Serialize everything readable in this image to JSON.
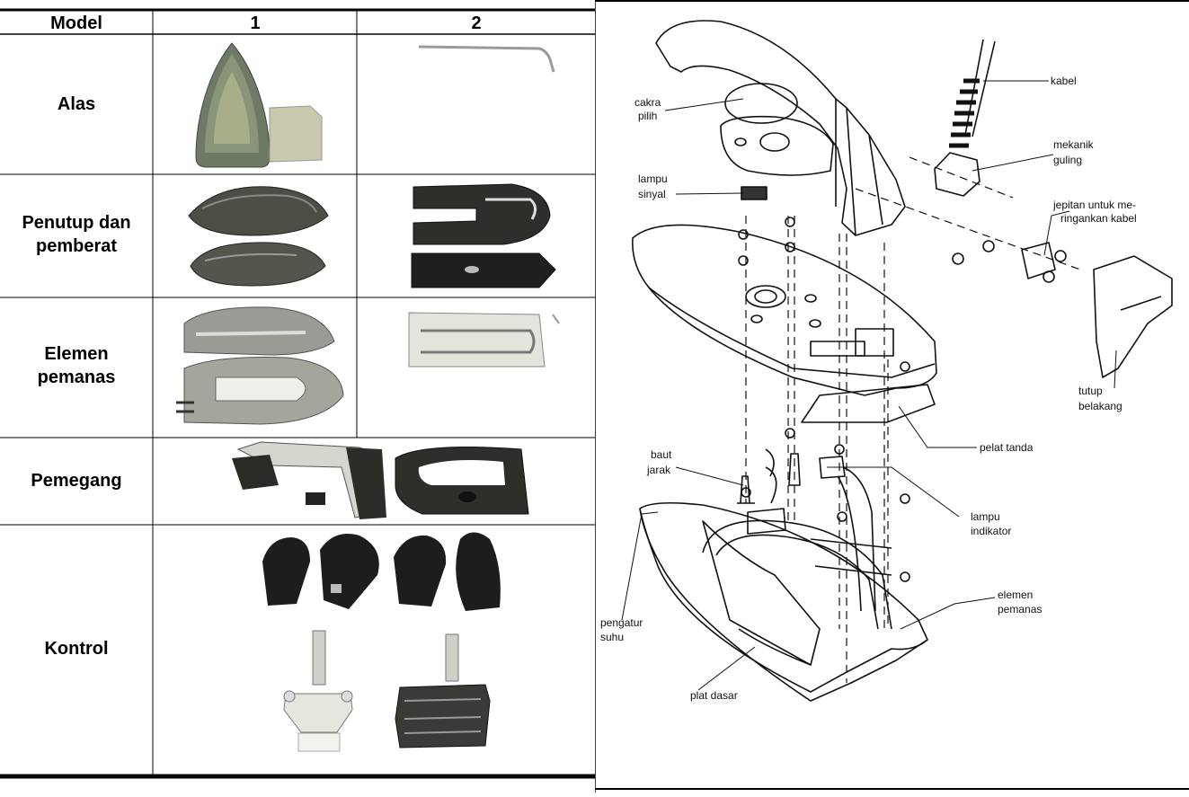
{
  "table": {
    "header": {
      "col0": "Model",
      "col1": "1",
      "col2": "2"
    },
    "rows": [
      {
        "line1": "Alas",
        "line2": ""
      },
      {
        "line1": "Penutup dan",
        "line2": "pemberat"
      },
      {
        "line1": "Elemen",
        "line2": "pemanas"
      },
      {
        "line1": "Pemegang",
        "line2": ""
      },
      {
        "line1": "Kontrol",
        "line2": ""
      }
    ]
  },
  "diagram": {
    "labels": {
      "cakra_1": "cakra",
      "cakra_2": "pilih",
      "kabel": "kabel",
      "mekanik_1": "mekanik",
      "mekanik_2": "guling",
      "lampu_sinyal_1": "lampu",
      "lampu_sinyal_2": "sinyal",
      "jepitan_1": "jepitan untuk me-",
      "jepitan_2": "ringankan kabel",
      "tutup_1": "tutup",
      "tutup_2": "belakang",
      "pelat_tanda": "pelat tanda",
      "baut_1": "baut",
      "baut_2": "jarak",
      "lampu_ind_1": "lampu",
      "lampu_ind_2": "indikator",
      "elemen_1": "elemen",
      "elemen_2": "pemanas",
      "pengatur_1": "pengatur",
      "pengatur_2": "suhu",
      "plat_dasar": "plat dasar"
    }
  }
}
